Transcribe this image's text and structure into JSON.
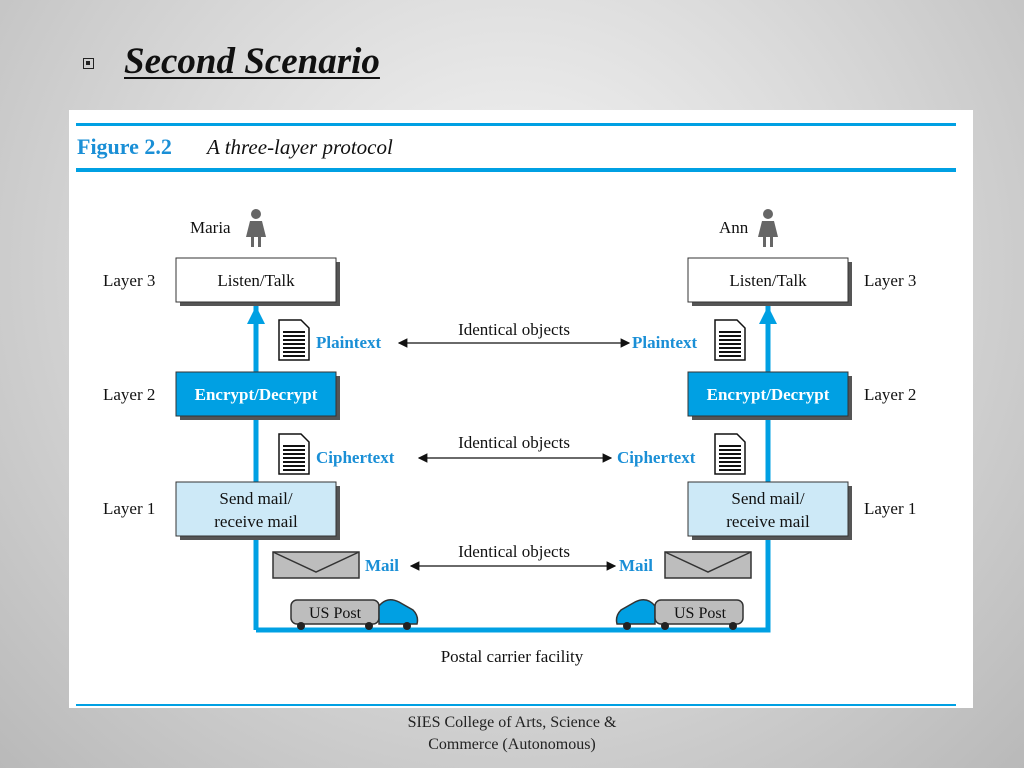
{
  "slide": {
    "title": "Second Scenario",
    "footer_line1": "SIES College of Arts, Science &",
    "footer_line2": "Commerce (Autonomous)"
  },
  "figure": {
    "number": "Figure 2.2",
    "caption": "A three-layer protocol",
    "left_person": "Maria",
    "right_person": "Ann",
    "layers": [
      {
        "label": "Layer 3",
        "box": "Listen/Talk"
      },
      {
        "label": "Layer 2",
        "box": "Encrypt/Decrypt"
      },
      {
        "label": "Layer 1",
        "box_line1": "Send mail/",
        "box_line2": "receive mail"
      }
    ],
    "objects": {
      "plaintext": "Plaintext",
      "ciphertext": "Ciphertext",
      "mail": "Mail",
      "identical": "Identical objects"
    },
    "vehicle": "US Post",
    "facility": "Postal carrier facility",
    "colors": {
      "accent": "#00a0e3",
      "light_box": "#cde9f7",
      "figure_title": "#1a8fd6"
    }
  }
}
